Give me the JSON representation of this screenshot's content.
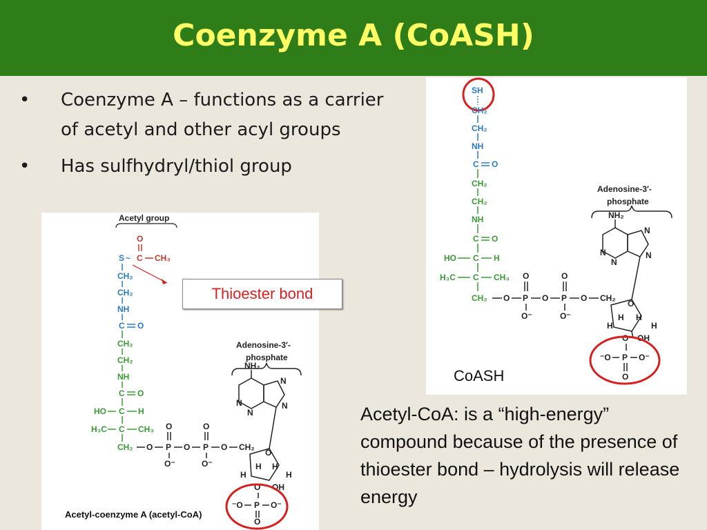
{
  "title": "Coenzyme A (CoASH)",
  "bullets": [
    {
      "marker": "•",
      "text": "Coenzyme A – functions as a carrier of acetyl and other acyl groups"
    },
    {
      "marker": "•",
      "text": "Has sulfhydryl/thiol group"
    }
  ],
  "acetyl_figure": {
    "group_label": "Acetyl group",
    "adenosine_label_1": "Adenosine-3′-",
    "adenosine_label_2": "phosphate",
    "caption": "Acetyl-coenzyme A (acetyl-CoA)",
    "callout": "Thioester bond"
  },
  "coash_figure": {
    "adenosine_label_1": "Adenosine-3′-",
    "adenosine_label_2": "phosphate",
    "label": "CoASH"
  },
  "note": "Acetyl-CoA: is a “high-energy” compound because of the presence of thioester bond – hydrolysis will release energy",
  "colors": {
    "title_bar": "#2e7d19",
    "title_text": "#ffff66",
    "background": "#ebe7dd",
    "highlight_red": "#d52020",
    "blue_chain": "#2a7abf",
    "green_chain": "#3a9a35"
  }
}
